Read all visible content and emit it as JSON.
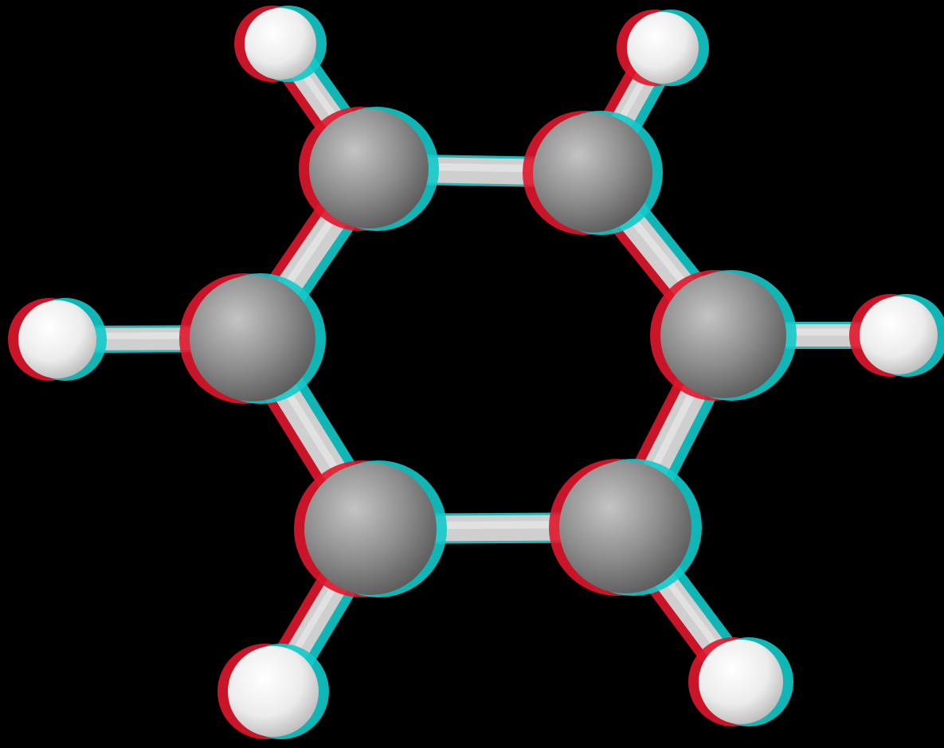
{
  "scene": {
    "subject": "benzene-molecule",
    "rendering": "red-cyan-anaglyph",
    "colors": {
      "background": "#000000",
      "carbon": "#8e8e8e",
      "hydrogen": "#f4f4f4",
      "bond": "#cfcfcf",
      "anaglyph_left": "#e0162b",
      "anaglyph_right": "#12c9c9"
    },
    "atoms": [
      {
        "id": "C1",
        "element": "carbon"
      },
      {
        "id": "C2",
        "element": "carbon"
      },
      {
        "id": "C3",
        "element": "carbon"
      },
      {
        "id": "C4",
        "element": "carbon"
      },
      {
        "id": "C5",
        "element": "carbon"
      },
      {
        "id": "C6",
        "element": "carbon"
      },
      {
        "id": "H1",
        "element": "hydrogen"
      },
      {
        "id": "H2",
        "element": "hydrogen"
      },
      {
        "id": "H3",
        "element": "hydrogen"
      },
      {
        "id": "H4",
        "element": "hydrogen"
      },
      {
        "id": "H5",
        "element": "hydrogen"
      },
      {
        "id": "H6",
        "element": "hydrogen"
      }
    ],
    "bonds": [
      [
        "C1",
        "C2"
      ],
      [
        "C2",
        "C3"
      ],
      [
        "C3",
        "C4"
      ],
      [
        "C4",
        "C5"
      ],
      [
        "C5",
        "C6"
      ],
      [
        "C6",
        "C1"
      ],
      [
        "C1",
        "H1"
      ],
      [
        "C2",
        "H2"
      ],
      [
        "C3",
        "H3"
      ],
      [
        "C4",
        "H4"
      ],
      [
        "C5",
        "H5"
      ],
      [
        "C6",
        "H6"
      ]
    ]
  }
}
